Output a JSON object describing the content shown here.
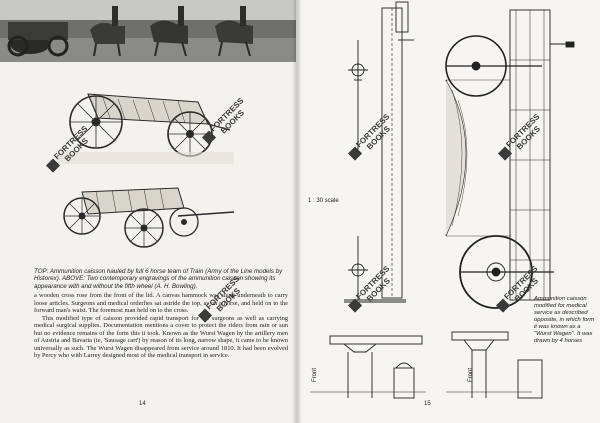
{
  "left_page": {
    "caption": "TOP: Ammunition caisson hauled by full 6 horse team of Train (Army of the Line models by Historex). ABOVE: Two contemporary engravings of the ammunition caisson showing its appearance with and without the fifth wheel (A. H. Bowling).",
    "paragraphs": [
      "a wooden cross rose from the front of the lid. A canvas hammock was slung underneath to carry loose articles. Surgeons and medical orderlies sat astride the top, as on a horse, and held on to the forward man's waist. The foremost man held on to the cross.",
      "This modified type of caisson provided rapid transport for the surgeons as well as carrying medical surgical supplies. Documentation mentions a cover to protect the riders from rain or sun but no evidence remains of the form this it took. Known as the Wurst Wagen by the artillery men of Austria and Bavaria (ie, 'Sausage cart') by reason of its long, narrow shape, it came to be known universally as such. The Wurst Wagen disappeared from service around 1810. It had been evolved by Percy who with Larrey designed most of the medical transport in service."
    ],
    "page_number": "14"
  },
  "right_page": {
    "scale_label": "1 : 30 scale",
    "side_caption": "Ammunition caisson modified for medical service as described opposite, in which form it was known as a \"Wurst Wagen\". It was drawn by 4 horses",
    "front_label_left": "Front",
    "front_label_right": "Front",
    "page_number": "15"
  },
  "watermark": {
    "line1": "FORTRESS",
    "line2": "BOOKS",
    "color": "#3a3a3a"
  },
  "colors": {
    "paper_left": "#f4f2ed",
    "paper_right": "#f6f5f1",
    "ink": "#222222"
  }
}
